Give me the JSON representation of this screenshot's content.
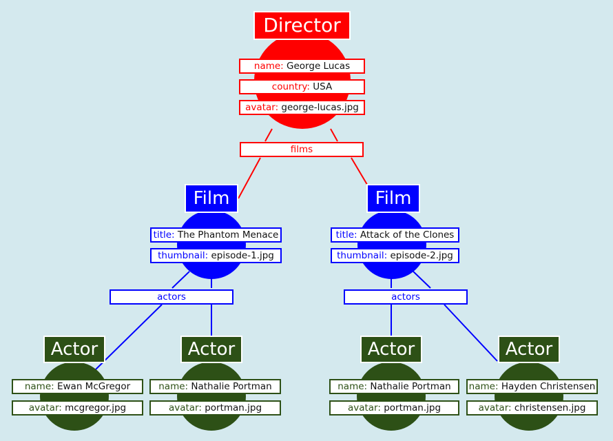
{
  "director": {
    "type": "Director",
    "fields": [
      {
        "key": "name:",
        "value": "George Lucas"
      },
      {
        "key": "country:",
        "value": "USA"
      },
      {
        "key": "avatar:",
        "value": "george-lucas.jpg"
      }
    ],
    "relation": "films"
  },
  "films": [
    {
      "type": "Film",
      "fields": [
        {
          "key": "title:",
          "value": "The Phantom Menace"
        },
        {
          "key": "thumbnail:",
          "value": "episode-1.jpg"
        }
      ],
      "relation": "actors",
      "actors": [
        {
          "type": "Actor",
          "fields": [
            {
              "key": "name:",
              "value": "Ewan McGregor"
            },
            {
              "key": "avatar:",
              "value": "mcgregor.jpg"
            }
          ]
        },
        {
          "type": "Actor",
          "fields": [
            {
              "key": "name:",
              "value": "Nathalie Portman"
            },
            {
              "key": "avatar:",
              "value": "portman.jpg"
            }
          ]
        }
      ]
    },
    {
      "type": "Film",
      "fields": [
        {
          "key": "title:",
          "value": "Attack of the Clones"
        },
        {
          "key": "thumbnail:",
          "value": "episode-2.jpg"
        }
      ],
      "relation": "actors",
      "actors": [
        {
          "type": "Actor",
          "fields": [
            {
              "key": "name:",
              "value": "Nathalie Portman"
            },
            {
              "key": "avatar:",
              "value": "portman.jpg"
            }
          ]
        },
        {
          "type": "Actor",
          "fields": [
            {
              "key": "name:",
              "value": "Hayden Christensen"
            },
            {
              "key": "avatar:",
              "value": "christensen.jpg"
            }
          ]
        }
      ]
    }
  ],
  "colors": {
    "background": "#d4e9ee",
    "director": "#ff0000",
    "film": "#0000ff",
    "actor": "#2d5016"
  }
}
